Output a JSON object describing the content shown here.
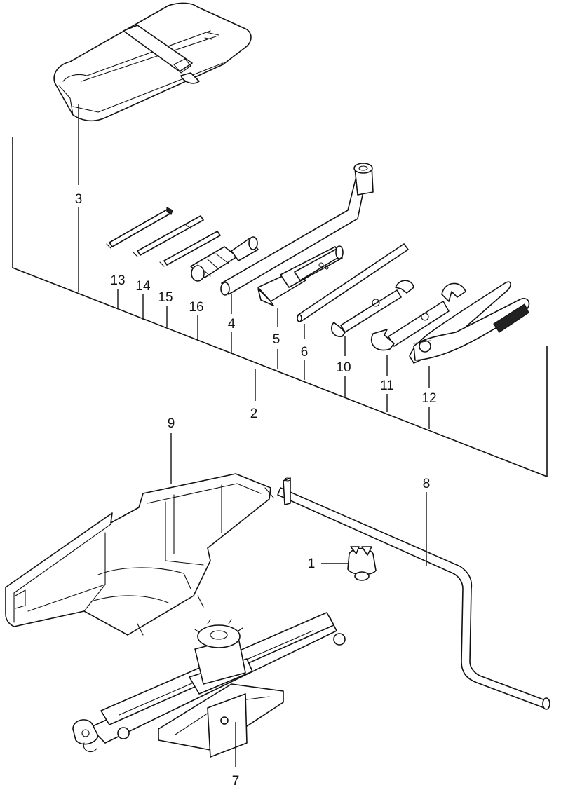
{
  "callouts": {
    "c1": "1",
    "c2": "2",
    "c3": "3",
    "c4": "4",
    "c5": "5",
    "c6": "6",
    "c7": "7",
    "c8": "8",
    "c9": "9",
    "c10": "10",
    "c11": "11",
    "c12": "12",
    "c13": "13",
    "c14": "14",
    "c15": "15",
    "c16": "16"
  },
  "parts": [
    {
      "callout": "1",
      "icon": "clip-icon"
    },
    {
      "callout": "2",
      "icon": "tool-set-bracket"
    },
    {
      "callout": "3",
      "icon": "tool-bag-icon"
    },
    {
      "callout": "4",
      "icon": "wheel-wrench-icon"
    },
    {
      "callout": "5",
      "icon": "spark-plug-socket-icon"
    },
    {
      "callout": "6",
      "icon": "handle-bar-icon"
    },
    {
      "callout": "7",
      "icon": "scissor-jack-icon"
    },
    {
      "callout": "8",
      "icon": "jack-handle-icon"
    },
    {
      "callout": "9",
      "icon": "jack-holder-icon"
    },
    {
      "callout": "10",
      "icon": "small-wrench-icon"
    },
    {
      "callout": "11",
      "icon": "large-wrench-icon"
    },
    {
      "callout": "12",
      "icon": "pliers-icon"
    },
    {
      "callout": "13",
      "icon": "screwdriver-blade-icon"
    },
    {
      "callout": "14",
      "icon": "screwdriver-blade-icon"
    },
    {
      "callout": "15",
      "icon": "screwdriver-blade-icon"
    },
    {
      "callout": "16",
      "icon": "screwdriver-handle-icon"
    }
  ]
}
